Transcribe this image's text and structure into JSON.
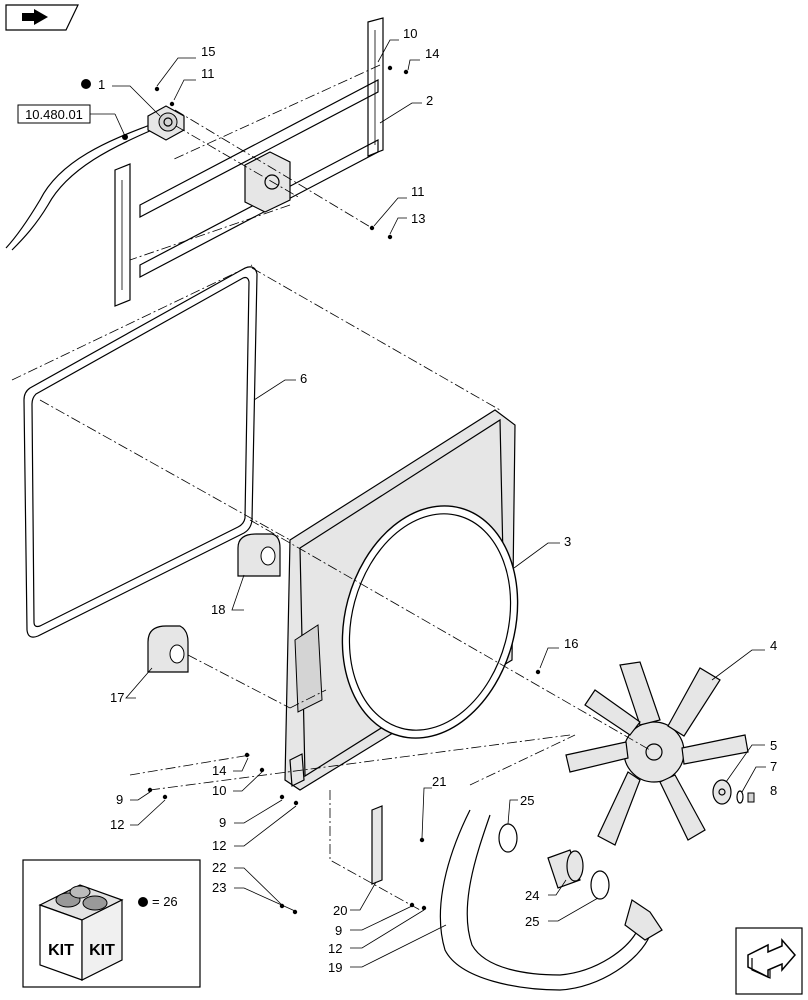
{
  "ref_box": "10.480.01",
  "callouts": {
    "c1": "1",
    "c2": "2",
    "c3": "3",
    "c4": "4",
    "c5": "5",
    "c6": "6",
    "c7": "7",
    "c8": "8",
    "c9a": "9",
    "c9b": "9",
    "c9c": "9",
    "c10a": "10",
    "c10b": "10",
    "c11a": "11",
    "c11b": "11",
    "c12a": "12",
    "c12b": "12",
    "c12c": "12",
    "c13": "13",
    "c14a": "14",
    "c14b": "14",
    "c15": "15",
    "c16": "16",
    "c17": "17",
    "c18": "18",
    "c19": "19",
    "c20": "20",
    "c21": "21",
    "c22": "22",
    "c23": "23",
    "c24": "24",
    "c25a": "25",
    "c25b": "25"
  },
  "kit": {
    "label_left": "KIT",
    "label_right": "KIT",
    "legend": "= 26"
  },
  "icons": {
    "top_left": "book-arrow-icon",
    "bottom_right": "next-page-arrow-icon"
  }
}
